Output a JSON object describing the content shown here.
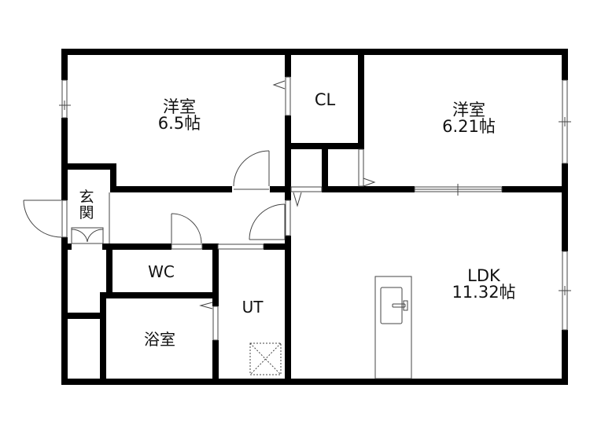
{
  "floorplan": {
    "rooms": [
      {
        "id": "western-room-1",
        "name": "洋室",
        "area": "6.5帖"
      },
      {
        "id": "closet",
        "name": "CL",
        "area": ""
      },
      {
        "id": "western-room-2",
        "name": "洋室",
        "area": "6.21帖"
      },
      {
        "id": "entrance",
        "name": "玄関",
        "area": ""
      },
      {
        "id": "toilet",
        "name": "WC",
        "area": ""
      },
      {
        "id": "utility",
        "name": "UT",
        "area": ""
      },
      {
        "id": "bathroom",
        "name": "浴室",
        "area": ""
      },
      {
        "id": "ldk",
        "name": "LDK",
        "area": "11.32帖"
      }
    ],
    "colors": {
      "wall": "#000000",
      "line": "#444444",
      "background": "#ffffff"
    }
  }
}
